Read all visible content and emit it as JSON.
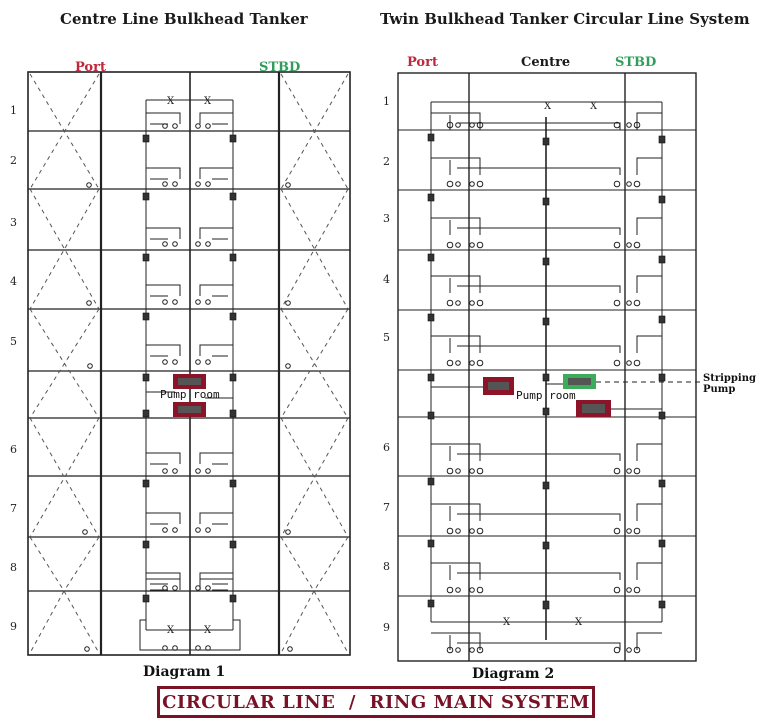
{
  "diagram1": {
    "title": "Centre Line Bulkhead Tanker",
    "port_label": "Port",
    "stbd_label": "STBD",
    "caption": "Diagram 1",
    "pump_room_label": "Pump room",
    "rows": [
      "1",
      "2",
      "3",
      "4",
      "5",
      "6",
      "7",
      "8",
      "9"
    ]
  },
  "diagram2": {
    "title": "Twin Bulkhead Tanker Circular Line System",
    "port_label": "Port",
    "centre_label": "Centre",
    "stbd_label": "STBD",
    "caption": "Diagram 2",
    "pump_room_label": "Pump room",
    "stripping_pump_label_line1": "Stripping",
    "stripping_pump_label_line2": "Pump",
    "rows": [
      "1",
      "2",
      "3",
      "4",
      "5",
      "6",
      "7",
      "8",
      "9"
    ]
  },
  "banner": {
    "text": "CIRCULAR LINE  /  RING MAIN SYSTEM"
  },
  "colors": {
    "port": "#c0273a",
    "stbd": "#2f9e5b",
    "banner": "#7a1226",
    "pump_highlight": "#8b1428",
    "stripping_pump_highlight": "#3cab5a"
  }
}
